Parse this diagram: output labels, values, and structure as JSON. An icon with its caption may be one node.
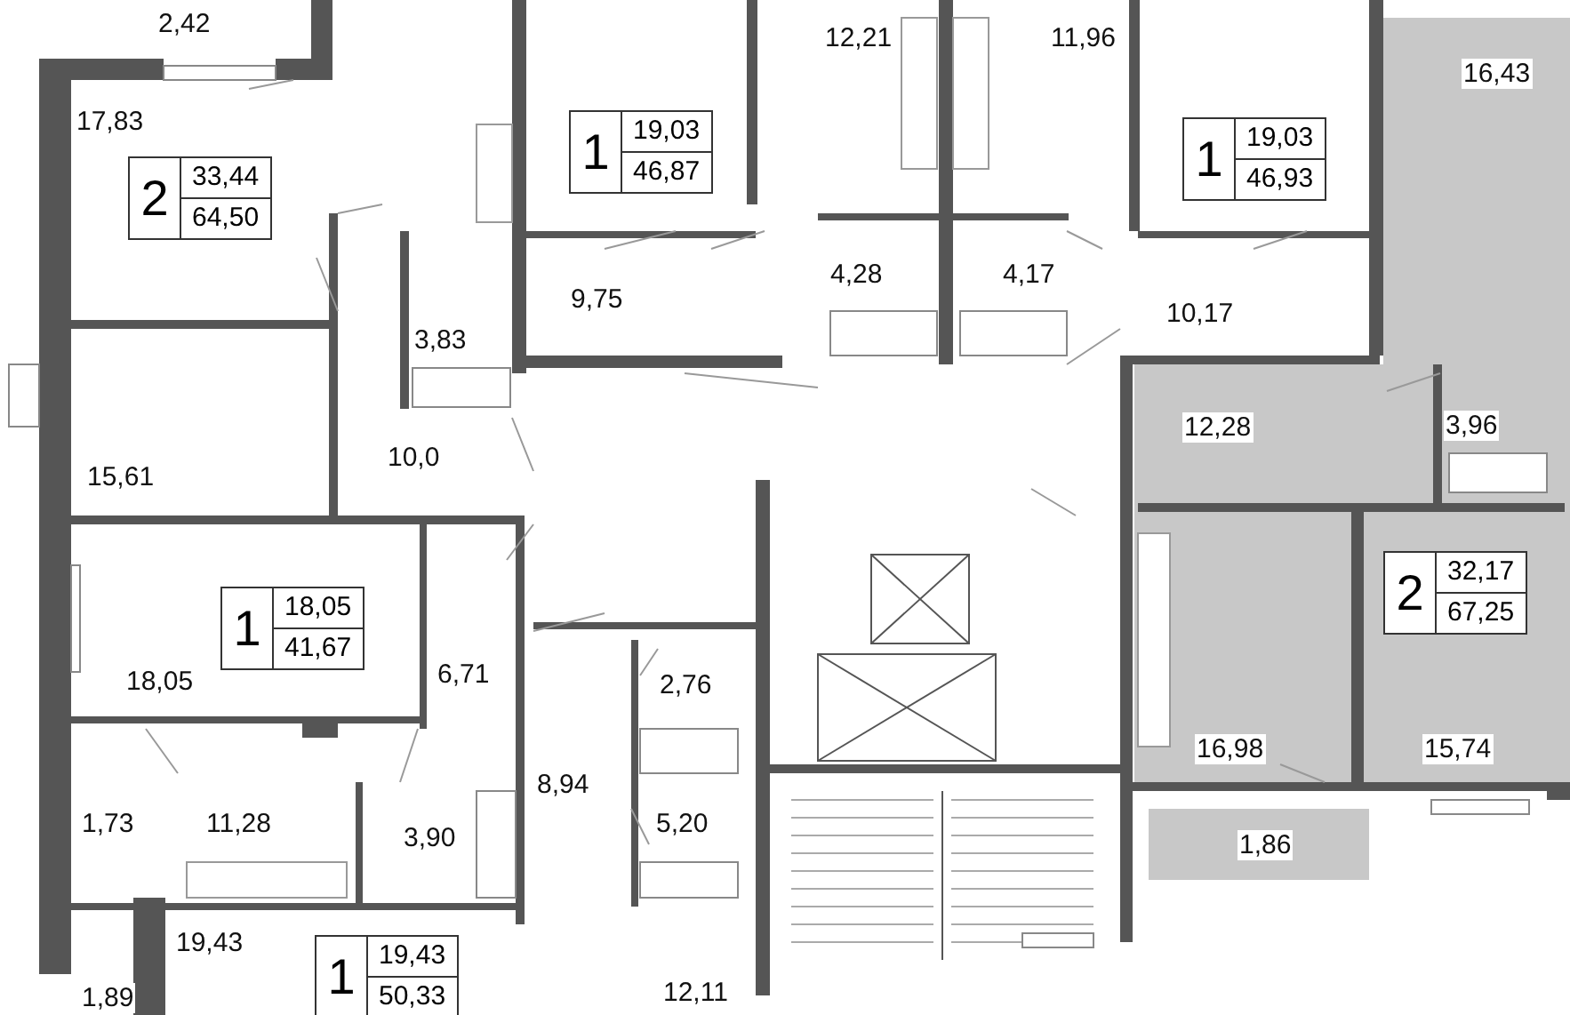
{
  "diagram": {
    "nodes": [
      {
        "text": [
          "1",
          "19,03",
          "46,87"
        ]
      },
      {
        "text": [
          "1",
          "19,03",
          "46,93"
        ]
      },
      {
        "text": [
          "2",
          "33,44",
          "64,50"
        ]
      },
      {
        "text": [
          "2",
          "32,17",
          "67,25"
        ]
      },
      {
        "text": [
          "1",
          "18,05",
          "41,67"
        ]
      },
      {
        "text": [
          "1",
          "19,43",
          "50,33"
        ]
      }
    ],
    "labels": [
      "2,42",
      "12,21",
      "11,96",
      "16,43",
      "17,83",
      "9,75",
      "4,28",
      "4,17",
      "10,17",
      "3,83",
      "12,28",
      "3,96",
      "10,0",
      "15,61",
      "18,05",
      "6,71",
      "2,76",
      "8,94",
      "16,98",
      "15,74",
      "11,28",
      "3,90",
      "5,20",
      "1,86",
      "1,73",
      "19,43",
      "1,89",
      "12,11"
    ]
  }
}
